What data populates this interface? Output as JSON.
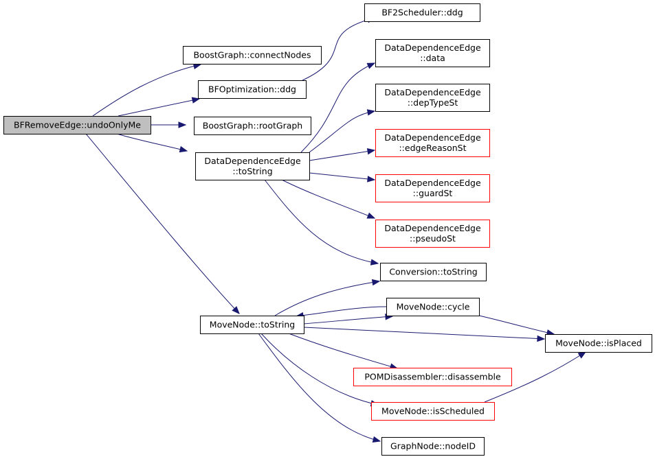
{
  "colors": {
    "edge": "#191970",
    "highlight_fill": "#bfbfbf",
    "normal_border": "#000000",
    "truncated_border": "#ff0000"
  },
  "nodes": {
    "undoOnlyMe": {
      "lines": [
        "BFRemoveEdge::undoOnlyMe"
      ],
      "style": "highlight"
    },
    "connectNodes": {
      "lines": [
        "BoostGraph::connectNodes"
      ],
      "style": "normal"
    },
    "bfoptDdg": {
      "lines": [
        "BFOptimization::ddg"
      ],
      "style": "normal"
    },
    "rootGraph": {
      "lines": [
        "BoostGraph::rootGraph"
      ],
      "style": "normal"
    },
    "ddeToString": {
      "lines": [
        "DataDependenceEdge",
        "::toString"
      ],
      "style": "normal"
    },
    "moveToString": {
      "lines": [
        "MoveNode::toString"
      ],
      "style": "normal"
    },
    "bf2Ddg": {
      "lines": [
        "BF2Scheduler::ddg"
      ],
      "style": "normal"
    },
    "ddeData": {
      "lines": [
        "DataDependenceEdge",
        "::data"
      ],
      "style": "normal"
    },
    "ddeDepType": {
      "lines": [
        "DataDependenceEdge",
        "::depTypeSt"
      ],
      "style": "normal"
    },
    "ddeEdgeReason": {
      "lines": [
        "DataDependenceEdge",
        "::edgeReasonSt"
      ],
      "style": "truncated"
    },
    "ddeGuard": {
      "lines": [
        "DataDependenceEdge",
        "::guardSt"
      ],
      "style": "truncated"
    },
    "ddePseudo": {
      "lines": [
        "DataDependenceEdge",
        "::pseudoSt"
      ],
      "style": "truncated"
    },
    "convToString": {
      "lines": [
        "Conversion::toString"
      ],
      "style": "normal"
    },
    "moveCycle": {
      "lines": [
        "MoveNode::cycle"
      ],
      "style": "normal"
    },
    "moveIsPlaced": {
      "lines": [
        "MoveNode::isPlaced"
      ],
      "style": "normal"
    },
    "pomDisasm": {
      "lines": [
        "POMDisassembler::disassemble"
      ],
      "style": "truncated"
    },
    "moveIsScheduled": {
      "lines": [
        "MoveNode::isScheduled"
      ],
      "style": "truncated"
    },
    "graphNodeId": {
      "lines": [
        "GraphNode::nodeID"
      ],
      "style": "normal"
    }
  },
  "edges": [
    [
      "undoOnlyMe",
      "connectNodes"
    ],
    [
      "undoOnlyMe",
      "bfoptDdg"
    ],
    [
      "undoOnlyMe",
      "rootGraph"
    ],
    [
      "undoOnlyMe",
      "ddeToString"
    ],
    [
      "undoOnlyMe",
      "moveToString"
    ],
    [
      "bfoptDdg",
      "bf2Ddg"
    ],
    [
      "ddeToString",
      "ddeData"
    ],
    [
      "ddeToString",
      "ddeDepType"
    ],
    [
      "ddeToString",
      "ddeEdgeReason"
    ],
    [
      "ddeToString",
      "ddeGuard"
    ],
    [
      "ddeToString",
      "ddePseudo"
    ],
    [
      "ddeToString",
      "convToString"
    ],
    [
      "moveToString",
      "convToString"
    ],
    [
      "moveToString",
      "moveCycle"
    ],
    [
      "moveToString",
      "moveIsPlaced"
    ],
    [
      "moveToString",
      "pomDisasm"
    ],
    [
      "moveToString",
      "moveIsScheduled"
    ],
    [
      "moveToString",
      "graphNodeId"
    ],
    [
      "moveCycle",
      "moveToString"
    ],
    [
      "moveCycle",
      "moveIsPlaced"
    ],
    [
      "moveIsScheduled",
      "moveIsPlaced"
    ]
  ]
}
